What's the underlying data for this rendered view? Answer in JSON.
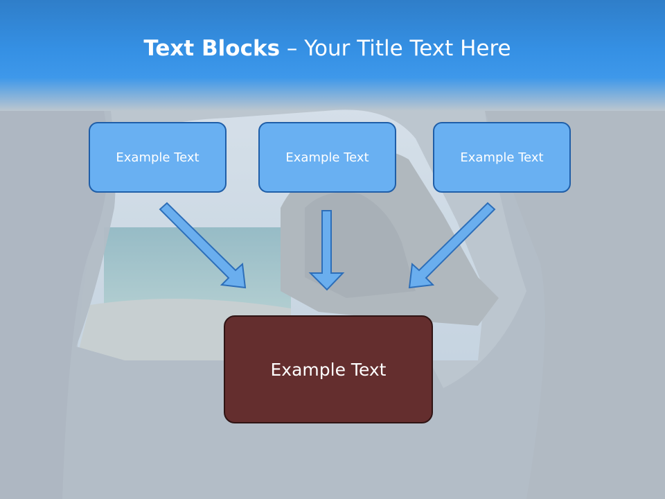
{
  "slide": {
    "title_bold": "Text Blocks",
    "title_dash": " – ",
    "title_rest": "Your Title Text Here"
  },
  "boxes": [
    {
      "label": "Example Text"
    },
    {
      "label": "Example Text"
    },
    {
      "label": "Example Text"
    }
  ],
  "main_box": {
    "label": "Example Text"
  },
  "colors": {
    "header_blue": "#3590e4",
    "box_fill": "#69b0f2",
    "box_border": "#1f5ea8",
    "main_fill": "#642e2e",
    "arrow_fill": "#6aaeee"
  }
}
